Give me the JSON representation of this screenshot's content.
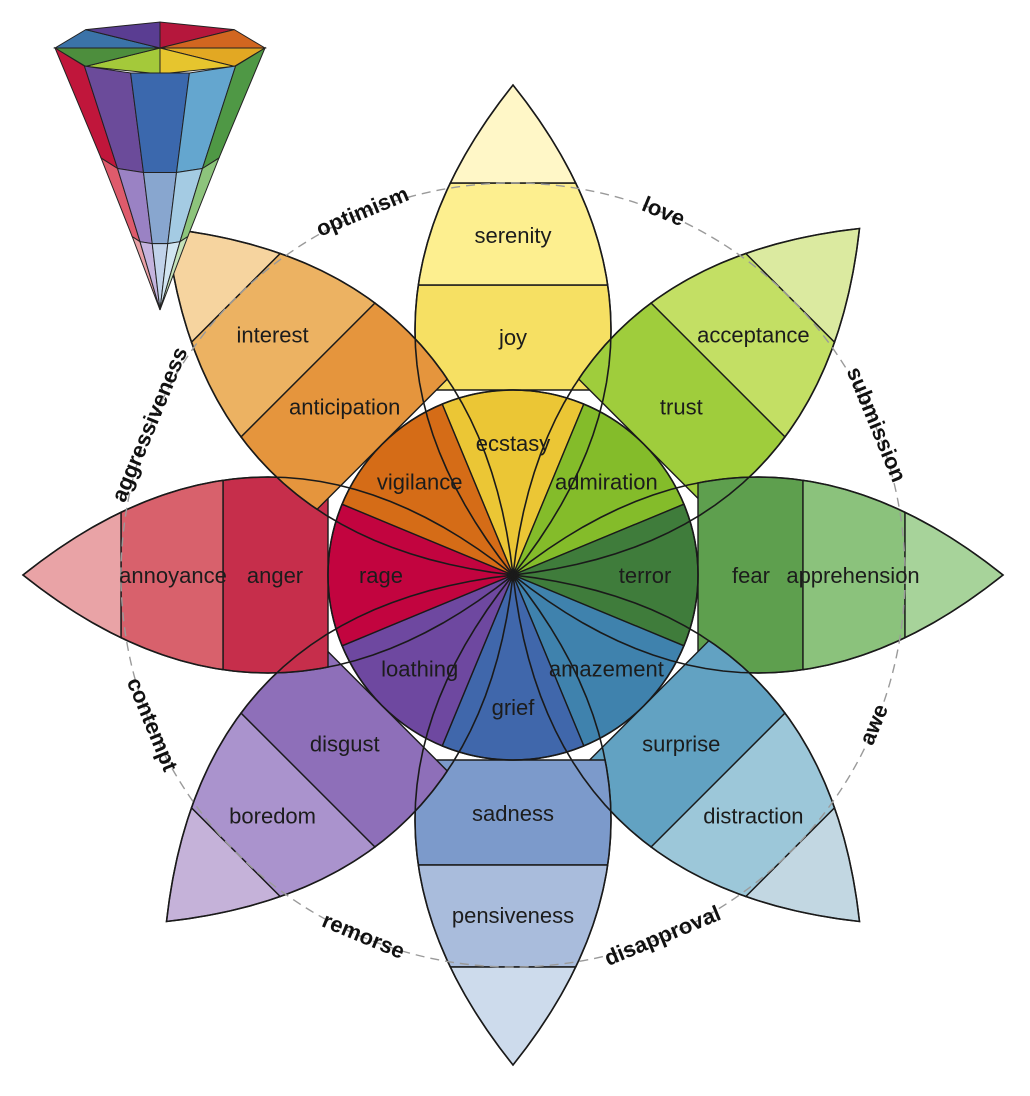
{
  "petals": [
    {
      "name": "joy",
      "bearing": 0,
      "reach": 1.0,
      "colors": [
        "#fff7c7",
        "#fdef8f",
        "#f6e063",
        "#ebc635"
      ],
      "labels": [
        "serenity",
        "joy",
        "ecstasy"
      ]
    },
    {
      "name": "trust",
      "bearing": 45,
      "reach": 1.0,
      "colors": [
        "#dbeaa0",
        "#c3df64",
        "#9fcd3c",
        "#84bc2a"
      ],
      "labels": [
        "acceptance",
        "trust",
        "admiration"
      ]
    },
    {
      "name": "fear",
      "bearing": 90,
      "reach": 1.0,
      "colors": [
        "#a7d39a",
        "#8bc27c",
        "#5e9f4e",
        "#3f7c3b"
      ],
      "labels": [
        "apprehension",
        "fear",
        "terror"
      ]
    },
    {
      "name": "surprise",
      "bearing": 135,
      "reach": 1.0,
      "colors": [
        "#c2d7e2",
        "#9cc7d9",
        "#62a2c2",
        "#3f82ad"
      ],
      "labels": [
        "distraction",
        "surprise",
        "amazement"
      ]
    },
    {
      "name": "sadness",
      "bearing": 180,
      "reach": 1.0,
      "colors": [
        "#cddbec",
        "#a9bcdc",
        "#7c9acb",
        "#4067ab"
      ],
      "labels": [
        "pensiveness",
        "sadness",
        "grief"
      ]
    },
    {
      "name": "disgust",
      "bearing": 225,
      "reach": 1.0,
      "colors": [
        "#c5b2d9",
        "#aa93cd",
        "#8e6fb9",
        "#6e48a0"
      ],
      "labels": [
        "boredom",
        "disgust",
        "loathing"
      ]
    },
    {
      "name": "anger",
      "bearing": 270,
      "reach": 1.0,
      "colors": [
        "#e9a3a6",
        "#d8616c",
        "#c62e4b",
        "#c2043f"
      ],
      "labels": [
        "annoyance",
        "anger",
        "rage"
      ]
    },
    {
      "name": "anticipation",
      "bearing": 315,
      "reach": 1.0,
      "colors": [
        "#f6d49f",
        "#ecb262",
        "#e5953d",
        "#d56c17"
      ],
      "labels": [
        "interest",
        "anticipation",
        "vigilance"
      ]
    }
  ],
  "dyads": [
    {
      "label": "love",
      "bearing": 22.5
    },
    {
      "label": "submission",
      "bearing": 67.5
    },
    {
      "label": "awe",
      "bearing": 112.5
    },
    {
      "label": "disapproval",
      "bearing": 157.5
    },
    {
      "label": "remorse",
      "bearing": 202.5
    },
    {
      "label": "contempt",
      "bearing": 247.5
    },
    {
      "label": "aggressiveness",
      "bearing": 292.5
    },
    {
      "label": "optimism",
      "bearing": 337.5
    }
  ],
  "cone": {
    "top_colors": [
      "#e2a823",
      "#e6c52e",
      "#a4c93a",
      "#4d8e3d",
      "#3b73a8",
      "#5a3d92",
      "#b5173c",
      "#d16620"
    ],
    "front_columns": [
      [
        "#c0163b",
        "#de5b6c",
        "#e9a0a5"
      ],
      [
        "#6b4b9a",
        "#9a82c4",
        "#c4b4de"
      ],
      [
        "#3b68ad",
        "#88a6cf",
        "#c1d3ea"
      ],
      [
        "#64a6cf",
        "#a4cbe3",
        "#d1e5f1"
      ],
      [
        "#4f9845",
        "#8dc47c",
        "#c5e2b9"
      ]
    ]
  }
}
